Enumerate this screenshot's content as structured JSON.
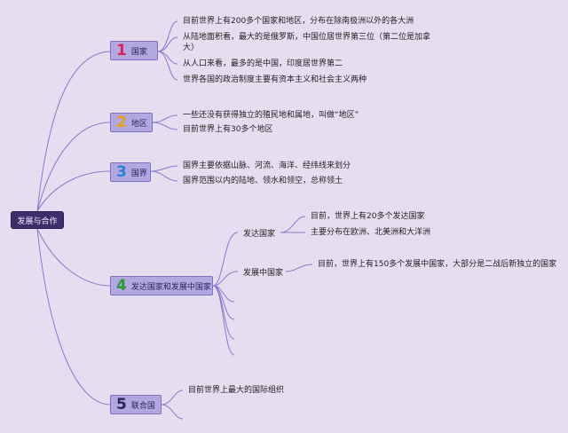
{
  "root": {
    "label": "发展与合作"
  },
  "branches": [
    {
      "num": "1",
      "num_color": "#d6245a",
      "label": "国家",
      "leaves": [
        "目前世界上有200多个国家和地区，分布在除南极洲以外的各大洲",
        "从陆地面积看，最大的是俄罗斯，中国位居世界第三位（第二位是加拿",
        "大）",
        "从人口来看，最多的是中国，印度居世界第二",
        "世界各国的政治制度主要有资本主义和社会主义两种"
      ]
    },
    {
      "num": "2",
      "num_color": "#e6a020",
      "label": "地区",
      "leaves": [
        "一些还没有获得独立的殖民地和属地，叫做“地区”",
        "目前世界上有30多个地区"
      ]
    },
    {
      "num": "3",
      "num_color": "#2a80d8",
      "label": "国界",
      "leaves": [
        "国界主要依据山脉、河流、海洋、经纬线来划分",
        "国界范围以内的陆地、领水和领空，总称领土"
      ]
    },
    {
      "num": "4",
      "num_color": "#2a9a3a",
      "label": "发达国家和发展中国家",
      "subs": [
        {
          "label": "发达国家",
          "leaves": [
            "目前，世界上有20多个发达国家",
            "主要分布在欧洲、北美洲和大洋洲"
          ]
        },
        {
          "label": "发展中国家",
          "leaves": [
            "目前，世界上有150多个发展中国家，大部分是二战后新独立的国家"
          ]
        }
      ]
    },
    {
      "num": "5",
      "num_color": "#2b2360",
      "label": "联合国",
      "leaves": [
        "目前世界上最大的国际组织"
      ]
    }
  ]
}
